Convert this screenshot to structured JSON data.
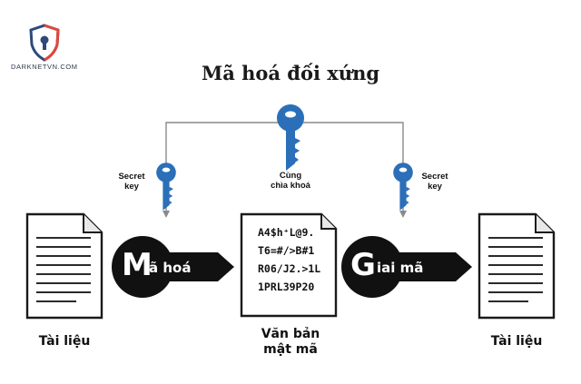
{
  "brand": {
    "name": "DARKNETVN.COM",
    "logo_icon": "shield-keyhole-icon"
  },
  "title": "Mã hoá đối xứng",
  "labels": {
    "secret_key_left": [
      "Secret",
      "key"
    ],
    "shared_key": [
      "Cùng",
      "chìa khoá"
    ],
    "secret_key_right": [
      "Secret",
      "key"
    ]
  },
  "encrypt": {
    "initial": "M",
    "rest": "ã hoá"
  },
  "decrypt": {
    "initial": "G",
    "rest": "iai mã"
  },
  "ciphertext": {
    "lines": [
      "A4$h⁺L@9.",
      "T6=#/>B#1",
      "R06/J2.>1L",
      "1PRL39P20"
    ],
    "caption": [
      "Văn bản",
      "mật mã"
    ]
  },
  "documents": {
    "left_caption": "Tài liệu",
    "right_caption": "Tài liệu"
  },
  "colors": {
    "key_blue": "#2a6fb8",
    "line": "#888888",
    "badge": "#111111",
    "shield": "#2c4a7a",
    "shield_accent": "#e2463c"
  }
}
